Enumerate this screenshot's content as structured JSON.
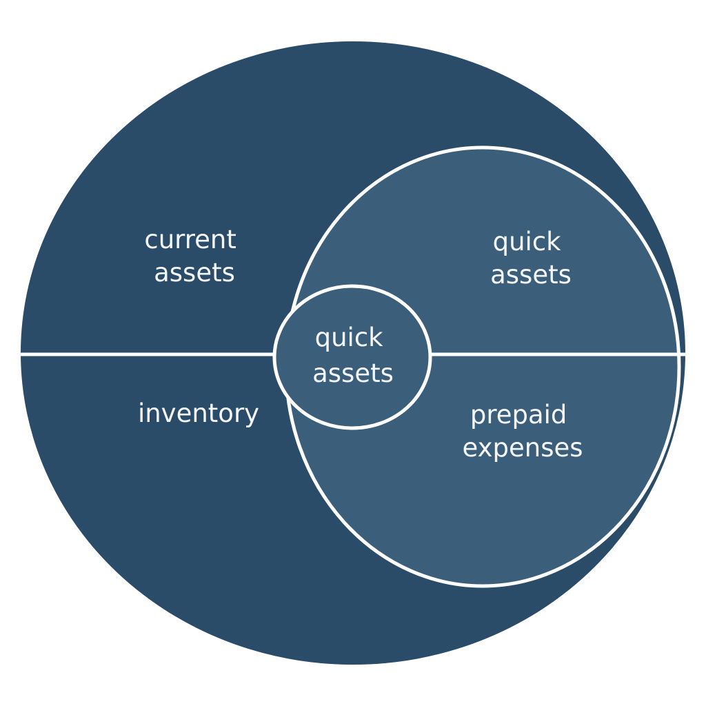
{
  "colors": {
    "outer_fill": "#2b4c68",
    "inner_fill": "#3b5e7b",
    "line_color": "#ffffff",
    "text_color": "#f4f7fa",
    "background": "#ffffff"
  },
  "regions": {
    "current_assets": {
      "line1": "current",
      "line2": "assets"
    },
    "inventory": {
      "line1": "inventory"
    },
    "quick_assets_upper": {
      "line1": "quick",
      "line2": "assets"
    },
    "prepaid_expenses": {
      "line1": "prepaid",
      "line2": "expenses"
    },
    "quick_assets_center": {
      "line1": "quick",
      "line2": "assets"
    }
  }
}
